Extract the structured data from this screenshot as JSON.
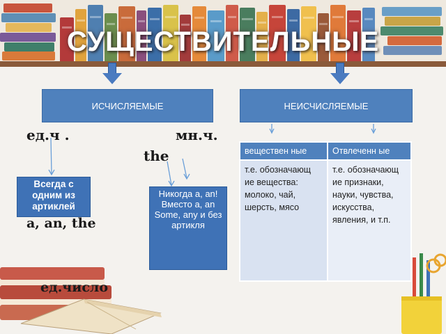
{
  "title": "СУЩЕСТВИТЕЛЬНЫЕ",
  "countable": {
    "label": "ИСЧИСЛЯЕМЫЕ",
    "singular_label": "ед.ч .",
    "plural_label": "мн.ч.",
    "the_label": "the",
    "singular_rule": "Всегда с одним из артиклей",
    "singular_articles": "a, an, the",
    "plural_rule": "Никогда a, an! Вместо a, an Some, any и без артикля",
    "singular_number": "ед.число"
  },
  "uncountable": {
    "label": "НЕИСЧИСЛЯЕМЫЕ",
    "table": {
      "headers": [
        "веществен ные",
        "Отвлеченн ые"
      ],
      "cells": [
        "т.е. обозначающ ие вещества: молоко, чай, шерсть, мясо",
        "т.е. обозначающ ие признаки, науки, чувства, искусства, явления, и т.п."
      ]
    }
  },
  "colors": {
    "box_blue": "#4f81bd",
    "arrow_blue": "#4a7bc0",
    "cell_light": "#d9e2f1"
  }
}
